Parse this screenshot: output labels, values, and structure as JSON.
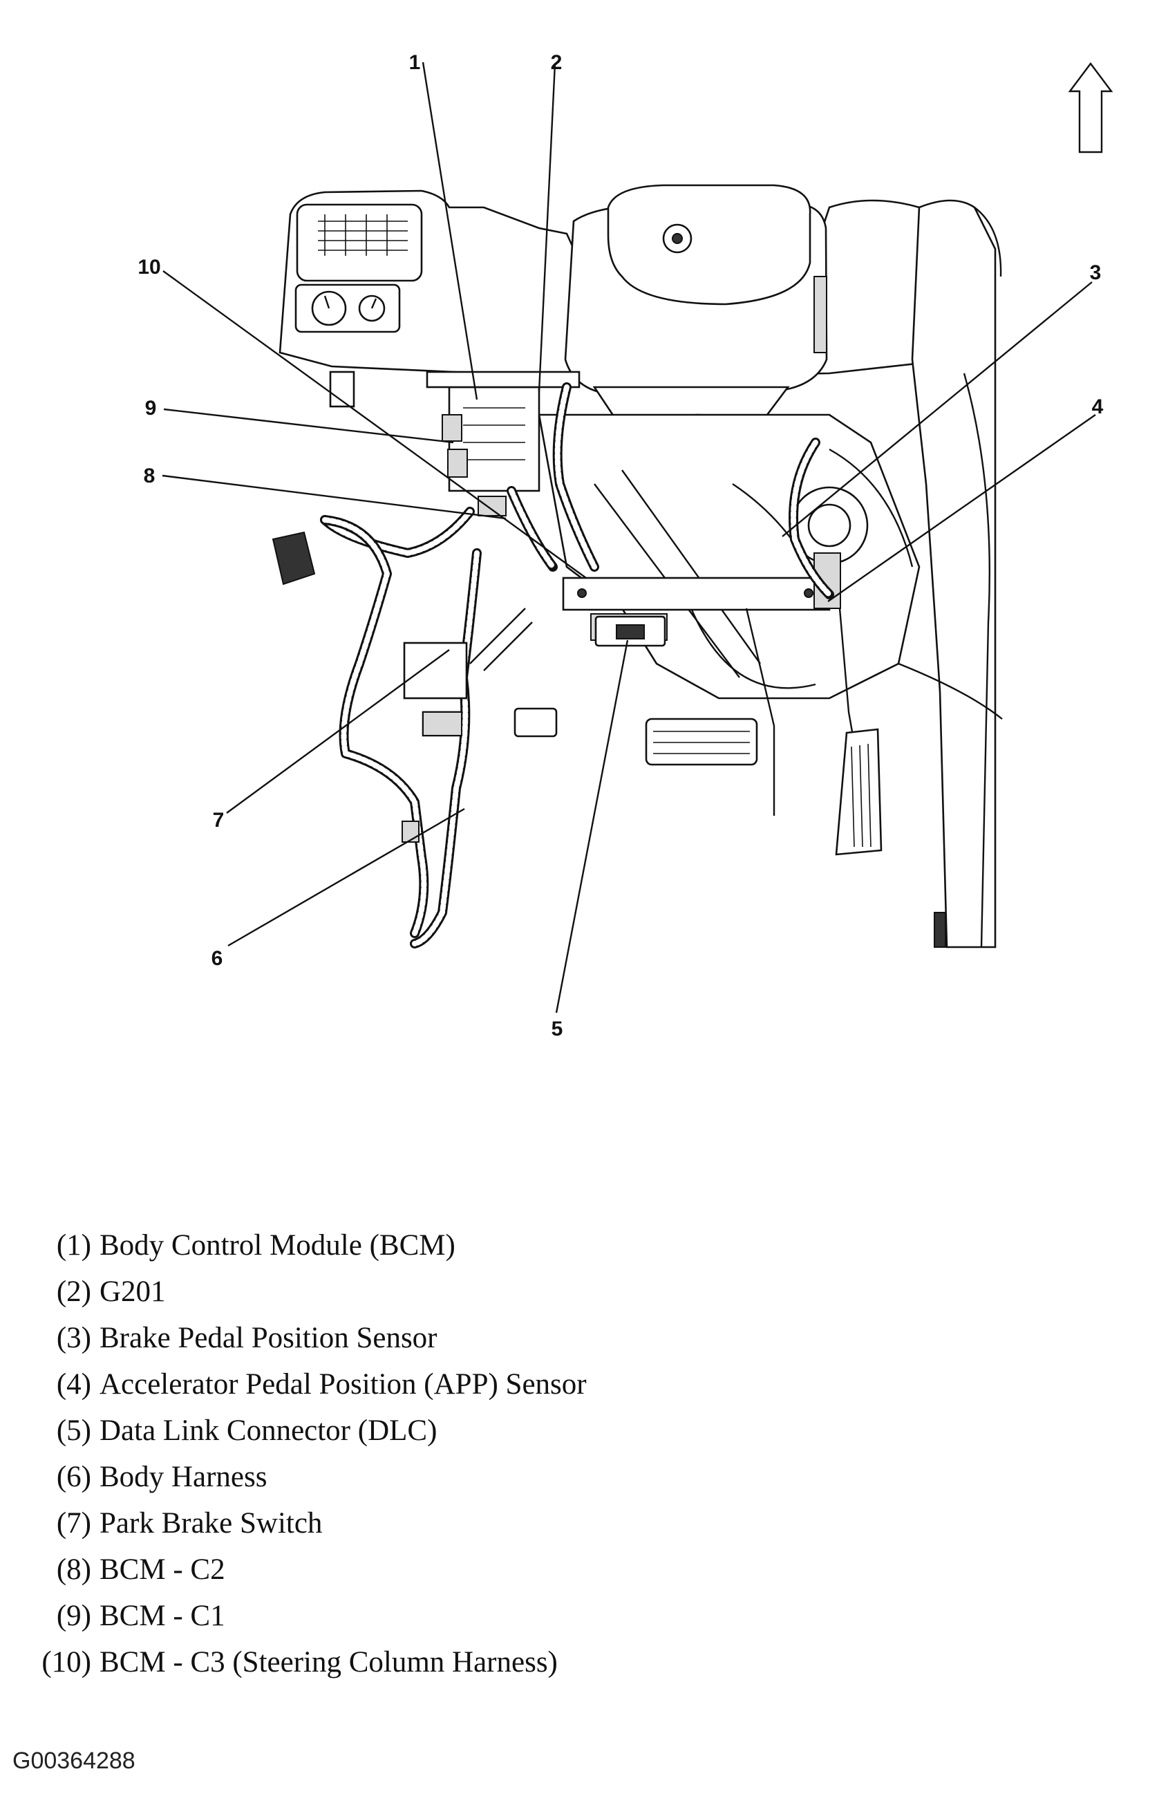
{
  "diagram": {
    "callouts": [
      "1",
      "2",
      "3",
      "4",
      "5",
      "6",
      "7",
      "8",
      "9",
      "10"
    ],
    "orientation_icon": "up-arrow-icon"
  },
  "legend": [
    {
      "num": "(1)",
      "label": "Body Control Module (BCM)"
    },
    {
      "num": "(2)",
      "label": "G201"
    },
    {
      "num": "(3)",
      "label": "Brake Pedal Position Sensor"
    },
    {
      "num": "(4)",
      "label": "Accelerator Pedal Position (APP) Sensor"
    },
    {
      "num": "(5)",
      "label": "Data Link Connector (DLC)"
    },
    {
      "num": "(6)",
      "label": "Body Harness"
    },
    {
      "num": "(7)",
      "label": "Park Brake Switch"
    },
    {
      "num": "(8)",
      "label": "BCM - C2"
    },
    {
      "num": "(9)",
      "label": "BCM - C1"
    },
    {
      "num": "(10)",
      "label": "BCM - C3 (Steering Column Harness)"
    }
  ],
  "figure_id": "G00364288"
}
